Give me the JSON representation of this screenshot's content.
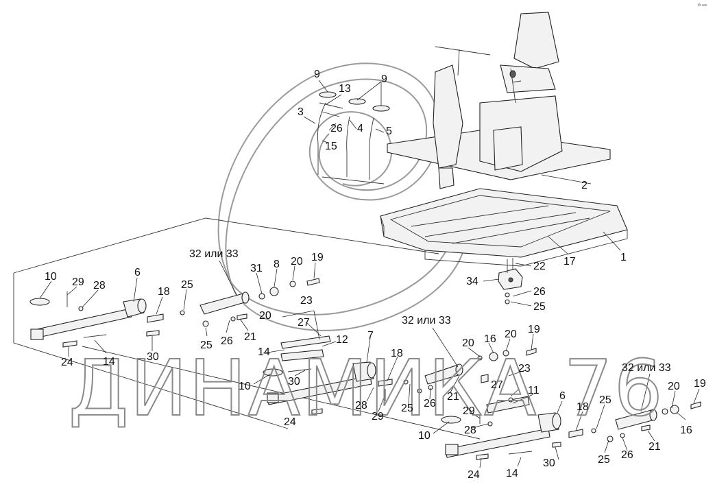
{
  "callouts": {
    "c1": "1",
    "c2": "2",
    "c3": "3",
    "c4": "4",
    "c5": "5",
    "c6a": "6",
    "c6b": "6",
    "c7": "7",
    "c8": "8",
    "c9a": "9",
    "c9b": "9",
    "c10a": "10",
    "c10b": "10",
    "c10c": "10",
    "c11": "11",
    "c12": "12",
    "c13": "13",
    "c14a": "14",
    "c14b": "14",
    "c14c": "14",
    "c15": "15",
    "c16a": "16",
    "c16b": "16",
    "c17": "17",
    "c18a": "18",
    "c18b": "18",
    "c18c": "18",
    "c19a": "19",
    "c19b": "19",
    "c19c": "19",
    "c20a": "20",
    "c20b": "20",
    "c20c": "20",
    "c20d": "20",
    "c20e": "20",
    "c21a": "21",
    "c21b": "21",
    "c21c": "21",
    "c22": "22",
    "c23a": "23",
    "c23b": "23",
    "c24a": "24",
    "c24b": "24",
    "c24c": "24",
    "c25a": "25",
    "c25b": "25",
    "c25c": "25",
    "c25d": "25",
    "c25e": "25",
    "c26a": "26",
    "c26b": "26",
    "c26c": "26",
    "c26d": "26",
    "c26e": "26",
    "c27a": "27",
    "c27b": "27",
    "c28a": "28",
    "c28b": "28",
    "c28c": "28",
    "c29a": "29",
    "c29b": "29",
    "c29c": "29",
    "c30a": "30",
    "c30b": "30",
    "c30c": "30",
    "c31": "31",
    "c32a": "32 или 33",
    "c32b": "32 или 33",
    "c32c": "32 или 33",
    "c34": "34"
  },
  "watermark": {
    "text": "ДИНАМИКА 76"
  },
  "corner_mark": "ᵃ̂ᵃ ᵃᵃᵃ",
  "icons": {
    "logo": "watermark-swirl-logo"
  },
  "colors": {
    "line": "#222222",
    "watermark": "#8a8a8a",
    "background": "#ffffff"
  }
}
